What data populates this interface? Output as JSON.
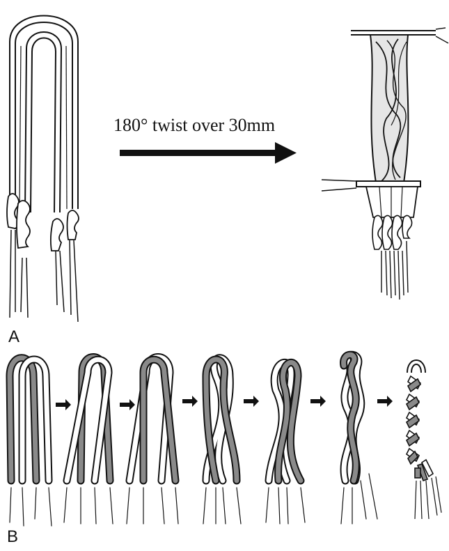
{
  "panel_a": {
    "label": "A",
    "caption": "180° twist over 30mm"
  },
  "panel_b": {
    "label": "B",
    "steps": 7
  },
  "colors": {
    "ink": "#111111",
    "dark_strand": "#8a8a8a",
    "light_strand": "#ffffff",
    "twisted_shade": "#cfcfcf"
  },
  "icons": [
    "arrow-right-icon"
  ]
}
